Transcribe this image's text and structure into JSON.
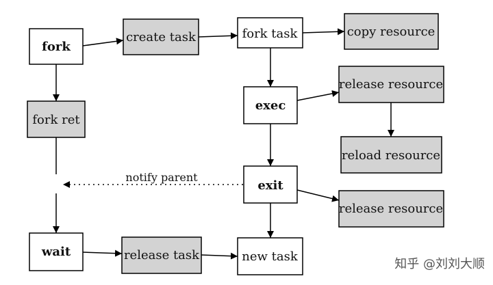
{
  "diagram": {
    "nodes": {
      "fork": "fork",
      "create_task": "create task",
      "fork_task": "fork task",
      "copy_resource": "copy resource",
      "fork_ret": "fork ret",
      "exec": "exec",
      "release_resource_1": "release resource",
      "reload_resource": "reload resource",
      "exit": "exit",
      "release_resource_2": "release resource",
      "wait": "wait",
      "release_task": "release task",
      "new_task": "new task"
    },
    "edge_labels": {
      "notify_parent": "notify parent"
    },
    "colors": {
      "white_fill": "#ffffff",
      "gray_fill": "#d3d3d3",
      "stroke": "#000000"
    }
  },
  "watermark": {
    "text": "知乎 @刘刘大顺"
  }
}
